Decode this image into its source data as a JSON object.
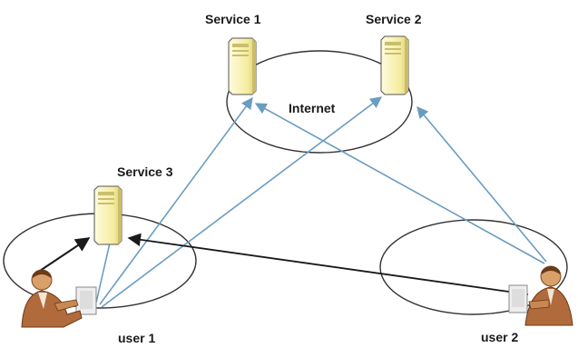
{
  "labels": {
    "service1": "Service 1",
    "service2": "Service 2",
    "service3": "Service 3",
    "internet": "Internet",
    "user1": "user 1",
    "user2": "user 2"
  },
  "colors": {
    "blue_link": "#6a9cc0",
    "black_link": "#1a1a1a",
    "ellipse_stroke": "#333333",
    "server_body": "#fdf6c8",
    "server_side": "#e6dc9a",
    "person_skin": "#c98852",
    "person_suit": "#b06a3c"
  }
}
